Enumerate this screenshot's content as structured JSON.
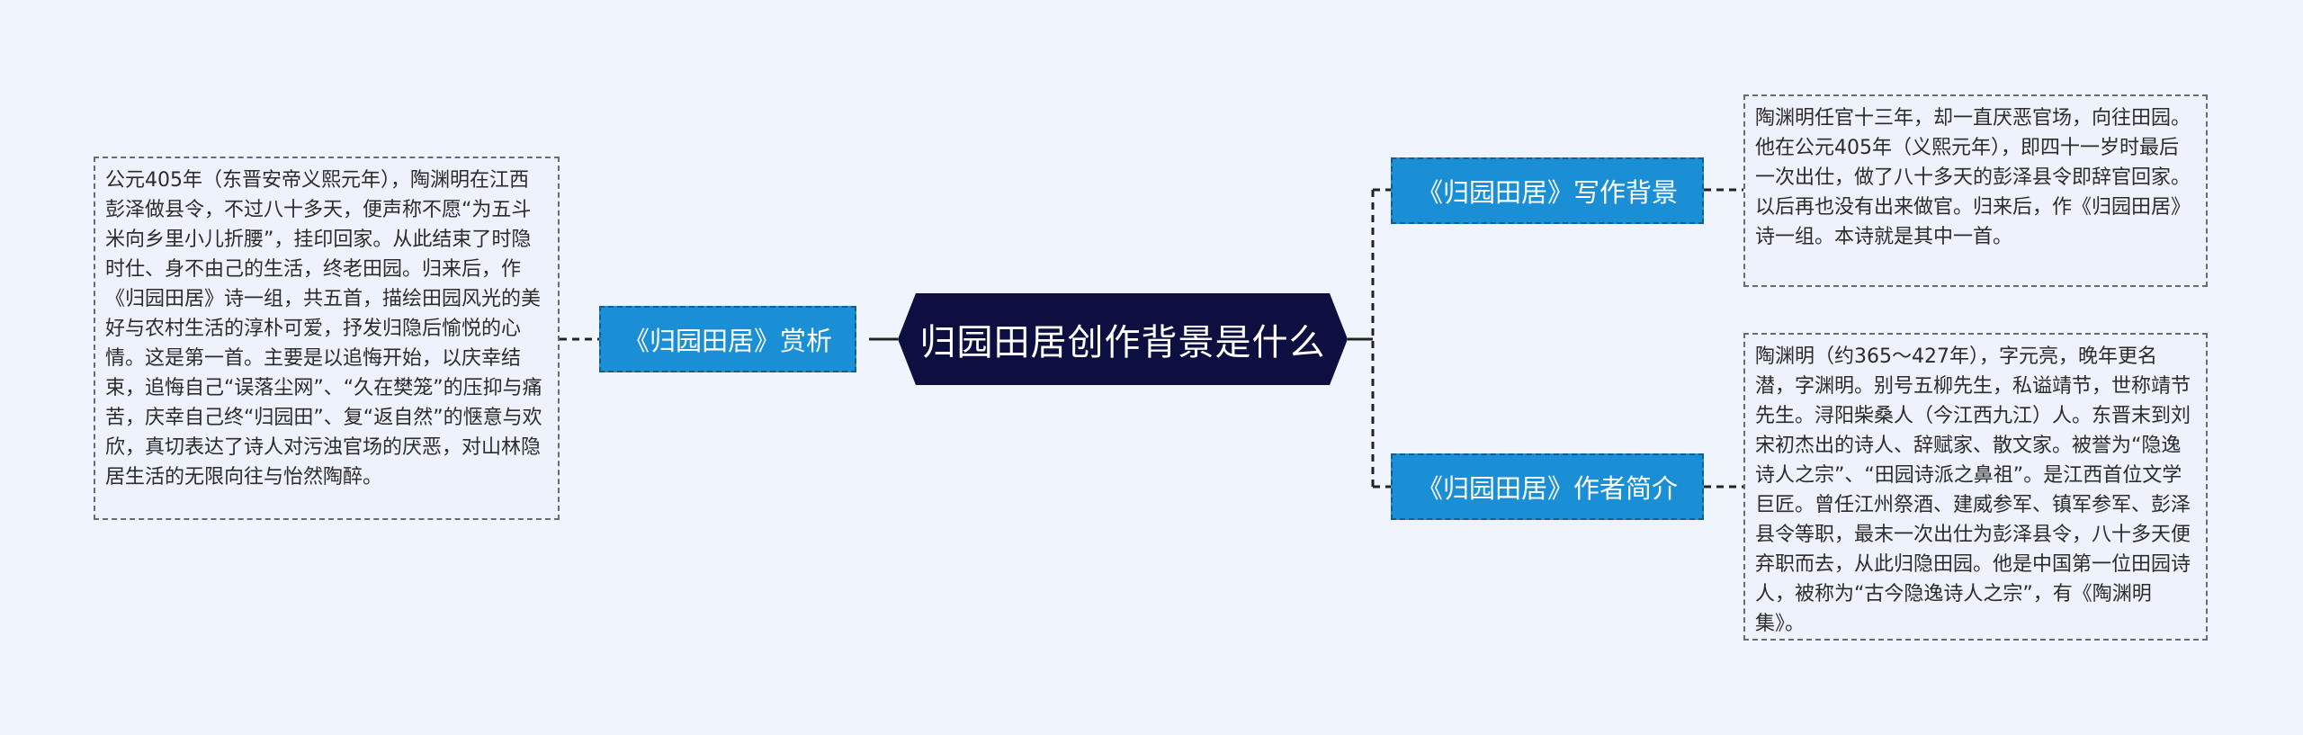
{
  "colors": {
    "background": "#f0f5fd",
    "central_fill": "#0c0f3f",
    "branch_fill": "#1b8fd6",
    "note_fill": "#eef2fc",
    "connector": "#222222"
  },
  "central": {
    "label": "归园田居创作背景是什么"
  },
  "branches": {
    "background": {
      "label": "《归园田居》写作背景",
      "note": "陶渊明任官十三年，却一直厌恶官场，向往田园。他在公元405年（义熙元年），即四十一岁时最后一次出仕，做了八十多天的彭泽县令即辞官回家。以后再也没有出来做官。归来后，作《归园田居》诗一组。本诗就是其中一首。"
    },
    "author": {
      "label": "《归园田居》作者简介",
      "note": "陶渊明（约365～427年），字元亮，晚年更名潜，字渊明。别号五柳先生，私谥靖节，世称靖节先生。浔阳柴桑人（今江西九江）人。东晋末到刘宋初杰出的诗人、辞赋家、散文家。被誉为“隐逸诗人之宗”、“田园诗派之鼻祖”。是江西首位文学巨匠。曾任江州祭酒、建威参军、镇军参军、彭泽县令等职，最末一次出仕为彭泽县令，八十多天便弃职而去，从此归隐田园。他是中国第一位田园诗人，被称为“古今隐逸诗人之宗”，有《陶渊明集》。"
    },
    "appreciation": {
      "label": "《归园田居》赏析",
      "note": "公元405年（东晋安帝义熙元年），陶渊明在江西彭泽做县令，不过八十多天，便声称不愿“为五斗米向乡里小儿折腰”，挂印回家。从此结束了时隐时仕、身不由己的生活，终老田园。归来后，作《归园田居》诗一组，共五首，描绘田园风光的美好与农村生活的淳朴可爱，抒发归隐后愉悦的心情。这是第一首。主要是以追悔开始，以庆幸结束，追悔自己“误落尘网”、“久在樊笼”的压抑与痛苦，庆幸自己终“归园田”、复“返自然”的惬意与欢欣，真切表达了诗人对污浊官场的厌恶，对山林隐居生活的无限向往与怡然陶醉。"
    }
  }
}
